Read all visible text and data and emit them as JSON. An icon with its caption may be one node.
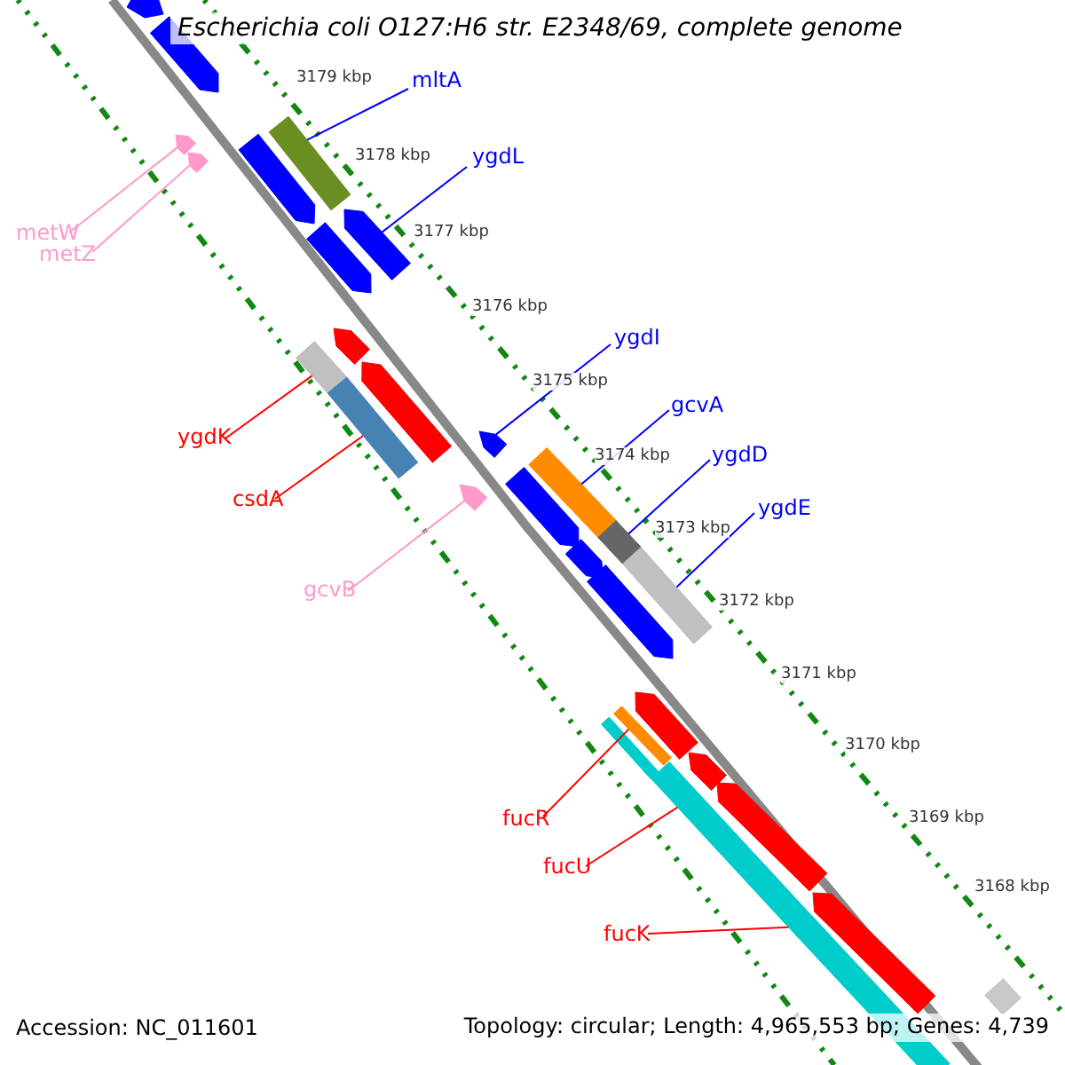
{
  "diagram": {
    "title": "Escherichia coli O127:H6 str. E2348/69, complete genome",
    "nodes": [
      {
        "text": [
          "mltA"
        ]
      },
      {
        "text": [],
        "shape": "bar"
      },
      {
        "text": [
          "ygdL"
        ]
      },
      {
        "text": [],
        "shape": "arrow"
      },
      {
        "text": [
          "metW"
        ]
      },
      {
        "text": [],
        "shape": "arrow"
      },
      {
        "text": [
          "metZ"
        ]
      },
      {
        "text": [],
        "shape": "arrow"
      },
      {
        "text": [
          "ygdK"
        ]
      },
      {
        "text": [],
        "shape": "bar"
      },
      {
        "text": [
          "csdA"
        ]
      },
      {
        "text": [],
        "shape": "bar"
      },
      {
        "text": [
          "ygdI"
        ]
      },
      {
        "text": [],
        "shape": "arrow"
      },
      {
        "text": [
          "gcvA"
        ]
      },
      {
        "text": [],
        "shape": "bar"
      },
      {
        "text": [
          "gcvB"
        ]
      },
      {
        "text": [],
        "shape": "arrow"
      },
      {
        "text": [
          "ygdD"
        ]
      },
      {
        "text": [],
        "shape": "bar"
      },
      {
        "text": [
          "ygdE"
        ]
      },
      {
        "text": [],
        "shape": "bar"
      },
      {
        "text": [
          "fucR"
        ]
      },
      {
        "text": [],
        "shape": "bar"
      },
      {
        "text": [
          "fucU"
        ]
      },
      {
        "text": [],
        "shape": "bar"
      },
      {
        "text": [
          "fucK"
        ]
      },
      {
        "text": [],
        "shape": "bar"
      },
      {
        "text": [],
        "shape": "arrow"
      },
      {
        "text": [],
        "shape": "arrow"
      },
      {
        "text": [],
        "shape": "arrow"
      },
      {
        "text": [],
        "shape": "arrow"
      },
      {
        "text": [],
        "shape": "arrow"
      },
      {
        "text": [],
        "shape": "arrow"
      },
      {
        "text": [],
        "shape": "arrow"
      },
      {
        "text": [],
        "shape": "arrow"
      },
      {
        "text": [],
        "shape": "arrow"
      },
      {
        "text": [],
        "shape": "arrow"
      },
      {
        "text": [],
        "shape": "bar"
      },
      {
        "text": [],
        "shape": "arrow"
      },
      {
        "text": [],
        "shape": "arrow"
      },
      {
        "text": [],
        "shape": "arrow"
      },
      {
        "text": [],
        "shape": "bar"
      }
    ],
    "edges": [
      {
        "from": 0,
        "to": 1,
        "arrow": "none"
      },
      {
        "from": 2,
        "to": 3,
        "arrow": "none"
      },
      {
        "from": 4,
        "to": 5,
        "arrow": "none",
        "color": "#ff99cc"
      },
      {
        "from": 6,
        "to": 7,
        "arrow": "none",
        "color": "#ff99cc"
      },
      {
        "from": 8,
        "to": 9,
        "arrow": "none",
        "color": "#ff0000"
      },
      {
        "from": 10,
        "to": 11,
        "arrow": "none",
        "color": "#ff0000"
      },
      {
        "from": 12,
        "to": 13,
        "arrow": "none"
      },
      {
        "from": 14,
        "to": 15,
        "arrow": "none"
      },
      {
        "from": 16,
        "to": 17,
        "arrow": "none",
        "color": "#ff99cc"
      },
      {
        "from": 18,
        "to": 19,
        "arrow": "none"
      },
      {
        "from": 20,
        "to": 21,
        "arrow": "none"
      },
      {
        "from": 22,
        "to": 23,
        "arrow": "none",
        "color": "#ff0000"
      },
      {
        "from": 24,
        "to": 25,
        "arrow": "none",
        "color": "#ff0000"
      },
      {
        "from": 26,
        "to": 27,
        "arrow": "none",
        "color": "#ff0000"
      }
    ],
    "labels": [
      "3179 kbp",
      "3178 kbp",
      "3177 kbp",
      "3176 kbp",
      "3175 kbp",
      "3174 kbp",
      "3173 kbp",
      "3172 kbp",
      "3171 kbp",
      "3170 kbp",
      "3169 kbp",
      "3168 kbp",
      "Accession: NC_011601",
      "Topology: circular; Length: 4,965,553 bp; Genes: 4,739"
    ]
  }
}
